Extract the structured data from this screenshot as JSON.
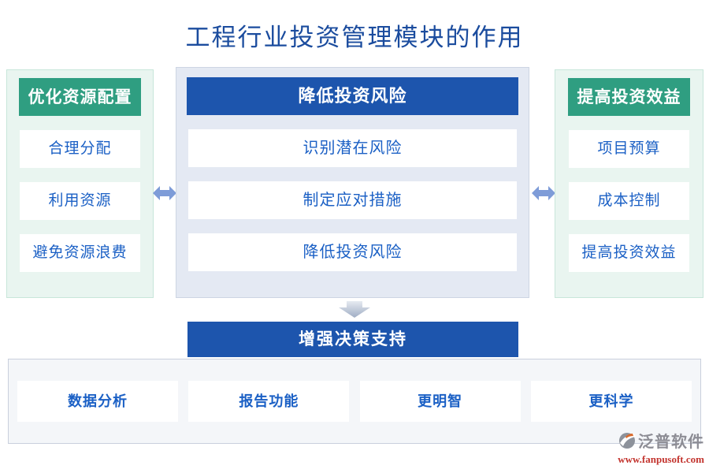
{
  "title": "工程行业投资管理模块的作用",
  "columns": [
    {
      "header": "优化资源配置",
      "theme": "green",
      "items": [
        "合理分配",
        "利用资源",
        "避免资源浪费"
      ]
    },
    {
      "header": "降低投资风险",
      "theme": "blue",
      "items": [
        "识别潜在风险",
        "制定应对措施",
        "降低投资风险"
      ]
    },
    {
      "header": "提高投资效益",
      "theme": "green",
      "items": [
        "项目预算",
        "成本控制",
        "提高投资效益"
      ]
    }
  ],
  "bottom": {
    "header": "增强决策支持",
    "items": [
      "数据分析",
      "报告功能",
      "更明智",
      "更科学"
    ]
  },
  "watermark": {
    "brand": "泛普软件",
    "url": "www.fanpusoft.com"
  },
  "icons": {
    "left_connector": "double-arrow-icon",
    "right_connector": "double-arrow-icon",
    "flow": "down-arrow-icon",
    "logo": "fanpu-logo-icon"
  },
  "colors": {
    "title_blue": "#1b4c9e",
    "header_green": "#2f9e81",
    "header_blue": "#1d55ad",
    "item_text_blue": "#1b60c5",
    "panel_green_bg": "#e9f5f0",
    "panel_green_border": "#c8e6da",
    "panel_blue_bg": "#e4e9f3",
    "bottom_panel_bg": "#f4f6f9",
    "connector_blue": "#7e9cd8",
    "brand_gray": "#8d8d95",
    "url_red": "#c3342e"
  }
}
